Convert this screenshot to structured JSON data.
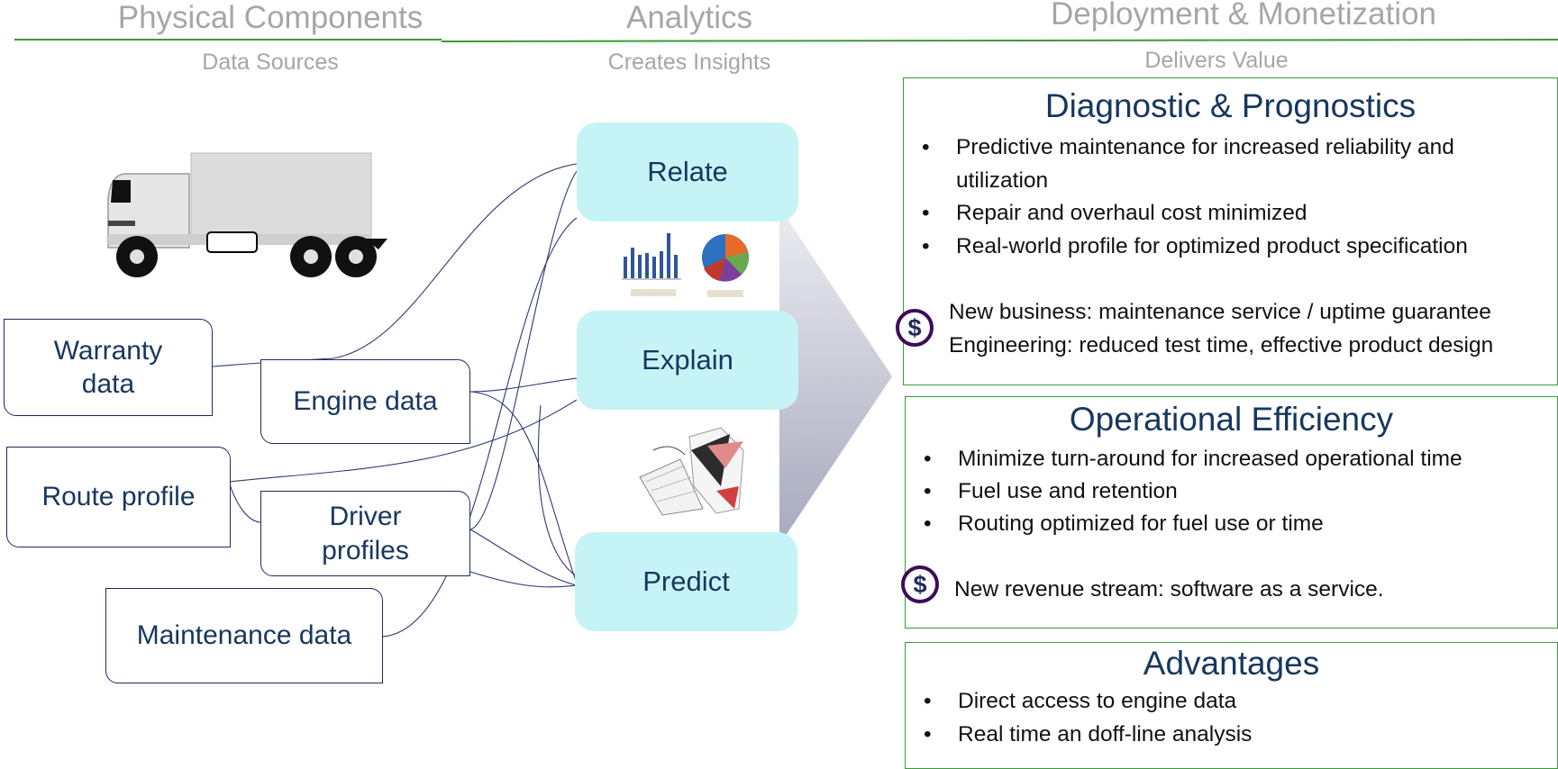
{
  "headers": {
    "physical": "Physical Components",
    "analytics": "Analytics",
    "deployment": "Deployment & Monetization"
  },
  "subheaders": {
    "physical": "Data Sources",
    "analytics": "Creates Insights",
    "deployment": "Delivers Value"
  },
  "sources": {
    "warranty": "Warranty data",
    "engine": "Engine data",
    "route": "Route profile",
    "driver": "Driver profiles",
    "maintenance": "Maintenance data"
  },
  "analytics": {
    "relate": "Relate",
    "explain": "Explain",
    "predict": "Predict"
  },
  "panels": {
    "diagnostic": {
      "title": "Diagnostic & Prognostics",
      "bullets": [
        "Predictive maintenance for increased reliability and utilization",
        "Repair and overhaul cost minimized",
        "Real-world profile for optimized product specification"
      ],
      "money": [
        "New business: maintenance service / uptime guarantee",
        "Engineering: reduced test time, effective product design"
      ]
    },
    "operational": {
      "title": "Operational Efficiency",
      "bullets": [
        "Minimize turn-around for increased operational time",
        "Fuel use and retention",
        "Routing optimized for fuel use or time"
      ],
      "money": [
        "New revenue stream: software as a service."
      ]
    },
    "advantages": {
      "title": "Advantages",
      "bullets": [
        "Direct access to engine data",
        "Real time an doff-line analysis"
      ]
    }
  },
  "bullet_symbol": "•",
  "dollar_symbol": "$",
  "colors": {
    "header_gray": "#a6a6a6",
    "divider_green": "#3a9a3a",
    "navy_text": "#17375e",
    "analytics_fill": "#c6f3f6",
    "dollar_ring": "#3f0b57"
  },
  "icons": [
    "truck-icon",
    "bar-chart-icon",
    "pie-chart-icon",
    "3d-graph-icon",
    "dollar-icon"
  ]
}
